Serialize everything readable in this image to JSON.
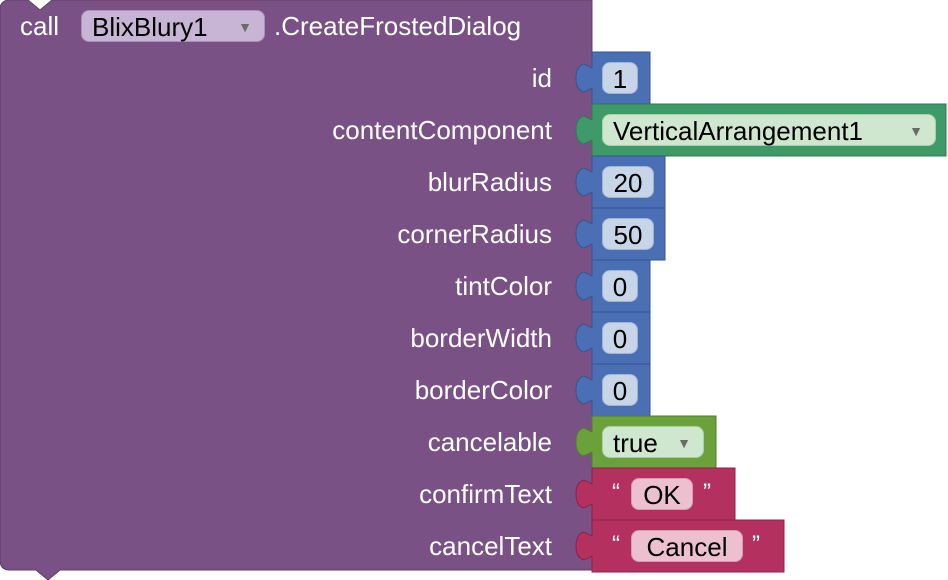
{
  "block": {
    "call_label": "call",
    "component": "BlixBlury1",
    "method": ".CreateFrostedDialog",
    "params": [
      {
        "name": "id",
        "kind": "number",
        "value": "1"
      },
      {
        "name": "contentComponent",
        "kind": "component",
        "value": "VerticalArrangement1"
      },
      {
        "name": "blurRadius",
        "kind": "number",
        "value": "20"
      },
      {
        "name": "cornerRadius",
        "kind": "number",
        "value": "50"
      },
      {
        "name": "tintColor",
        "kind": "number",
        "value": "0"
      },
      {
        "name": "borderWidth",
        "kind": "number",
        "value": "0"
      },
      {
        "name": "borderColor",
        "kind": "number",
        "value": "0"
      },
      {
        "name": "cancelable",
        "kind": "logic",
        "value": "true"
      },
      {
        "name": "confirmText",
        "kind": "text",
        "value": "OK"
      },
      {
        "name": "cancelText",
        "kind": "text",
        "value": "Cancel"
      }
    ]
  },
  "colors": {
    "procedure": "#7a5185",
    "math": "#4a6fb5",
    "component": "#3f9a6a",
    "logic": "#6aa13a",
    "text": "#b3305f"
  },
  "icons": {
    "dropdown": "dropdown-arrow-icon",
    "quote_open": "“",
    "quote_close": "”"
  }
}
